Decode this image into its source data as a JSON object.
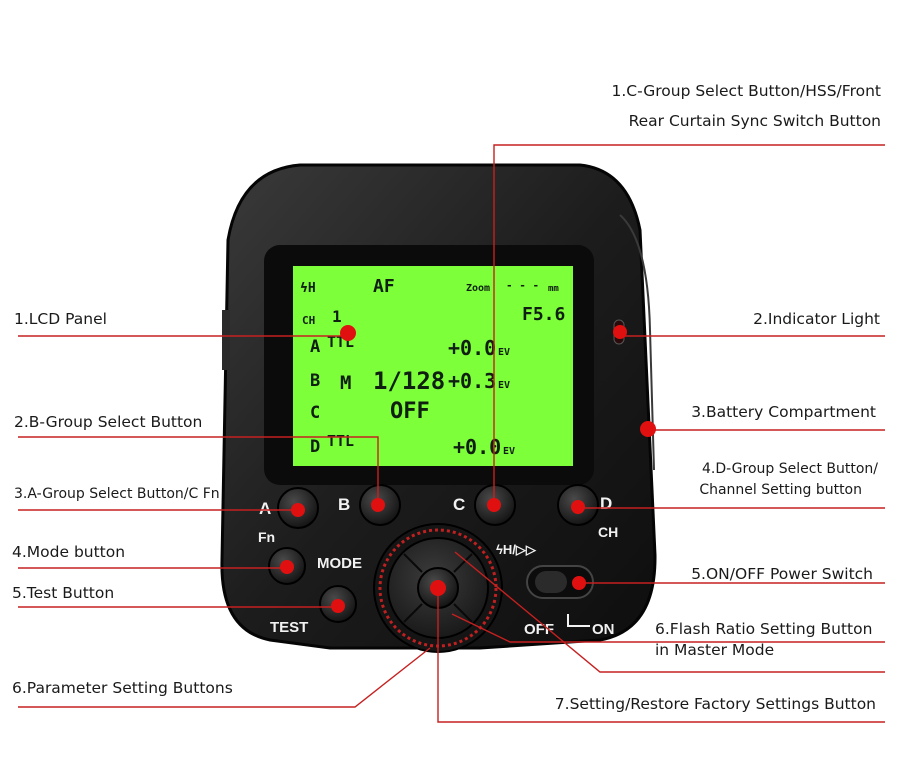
{
  "labels": {
    "c_group_line1": "1.C-Group Select Button/HSS/Front",
    "c_group_line2": "Rear Curtain Sync Switch Button",
    "lcd_panel": "1.LCD Panel",
    "indicator_light": "2.Indicator Light",
    "b_group": "2.B-Group Select Button",
    "battery": "3.Battery Compartment",
    "a_group": "3.A-Group Select Button/C Fn",
    "d_group_line1": "4.D-Group Select Button/",
    "d_group_line2": "Channel Setting button",
    "mode_button": "4.Mode button",
    "power_switch": "5.ON/OFF Power Switch",
    "test_button": "5.Test Button",
    "flash_ratio_line1": "6.Flash Ratio Setting Button",
    "flash_ratio_line2": "in Master Mode",
    "parameter_buttons": "6.Parameter Setting Buttons",
    "factory_settings": "7.Setting/Restore Factory Settings Button"
  },
  "device": {
    "buttons": {
      "a": "A",
      "a_sub": "Fn",
      "b": "B",
      "c": "C",
      "d": "D",
      "d_sub": "CH",
      "mode": "MODE",
      "test": "TEST",
      "off": "OFF",
      "on": "ON"
    },
    "lcd": {
      "af": "AF",
      "zoom": "Zoom",
      "zoom_val": "- - -",
      "zoom_unit": "mm",
      "ch": "CH",
      "ch_val": "1",
      "fs": "F5.6",
      "row_a_group": "A",
      "row_a_mode": "TTL",
      "row_a_val": "+0.0",
      "row_b_group": "B",
      "row_b_mode": "M",
      "row_b_ratio": "1/128",
      "row_b_val": "+0.3",
      "row_c_group": "C",
      "row_c_val": "OFF",
      "row_d_group": "D",
      "row_d_mode": "TTL",
      "row_d_val": "+0.0",
      "ev": "EV"
    }
  },
  "colors": {
    "lcd_background": "#7dff3a",
    "body": "#1e1e1e",
    "marker": "#e01010",
    "leader_line": "#c62020"
  }
}
